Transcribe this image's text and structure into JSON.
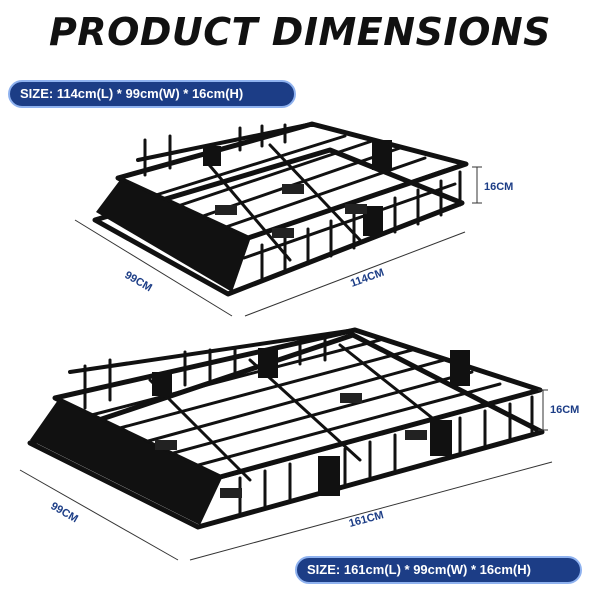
{
  "header": {
    "title": "PRODUCT DIMENSIONS"
  },
  "top_rack": {
    "size_label": "SIZE: 114cm(L) * 99cm(W) * 16cm(H)",
    "length": "114CM",
    "width": "99CM",
    "height": "16CM"
  },
  "bottom_rack": {
    "size_label": "SIZE: 161cm(L) * 99cm(W) * 16cm(H)",
    "length": "161CM",
    "width": "99CM",
    "height": "16CM"
  },
  "colors": {
    "accent": "#1c3d86",
    "pill_border": "#8fb2ef",
    "rack": "#111111"
  }
}
